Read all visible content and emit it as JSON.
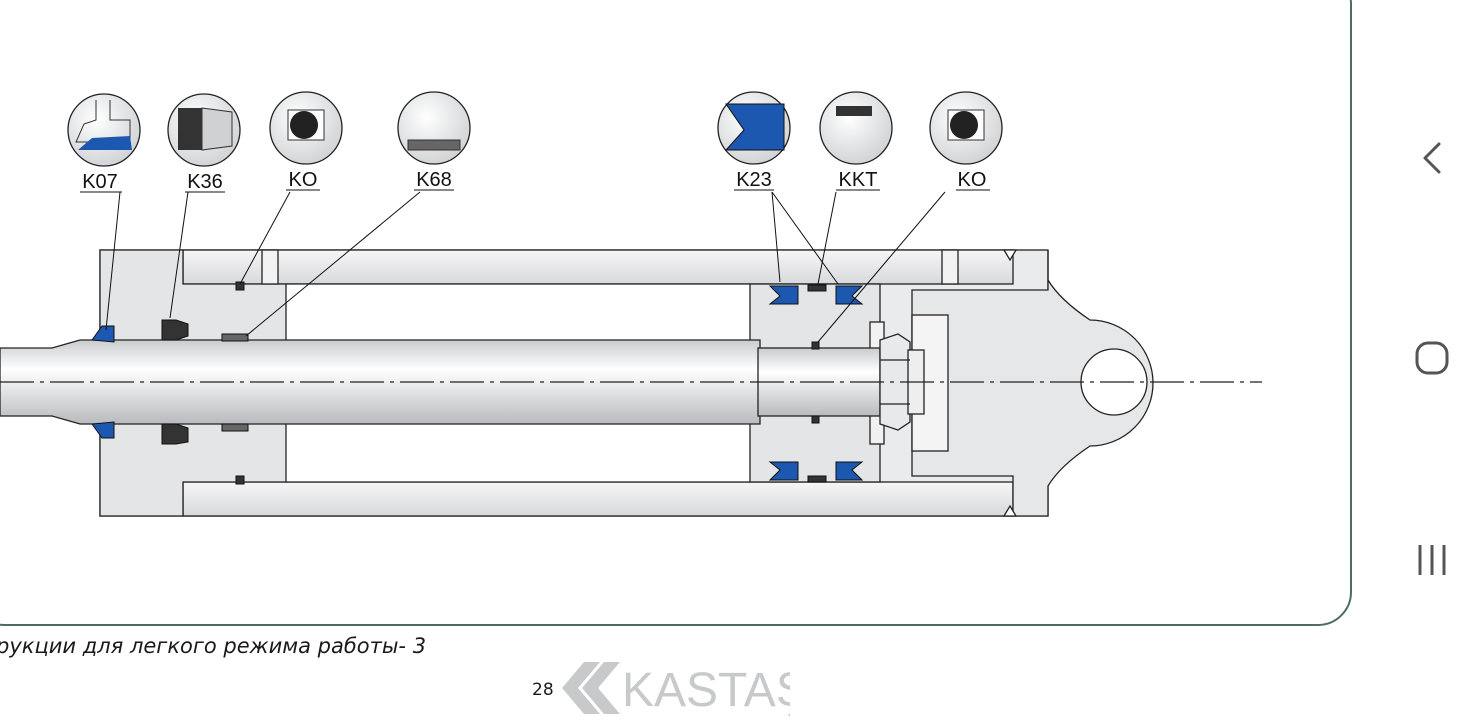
{
  "diagram": {
    "labels": {
      "k07": "K07",
      "k36": "K36",
      "ko_left": "KO",
      "k68": "K68",
      "k23": "K23",
      "kkt": "KKT",
      "ko_right": "KO"
    }
  },
  "caption": "рукции для легкого режима работы- 3",
  "page_number": "28",
  "logo_text": "KASTAŞ",
  "colors": {
    "seal_blue": "#1d58b0",
    "frame": "#4f6b66",
    "metal": "#eaebed",
    "logo": "#c7c9cb"
  },
  "nav": {
    "back_icon": "chevron-left-icon",
    "home_icon": "home-icon",
    "recents_icon": "recents-icon"
  }
}
